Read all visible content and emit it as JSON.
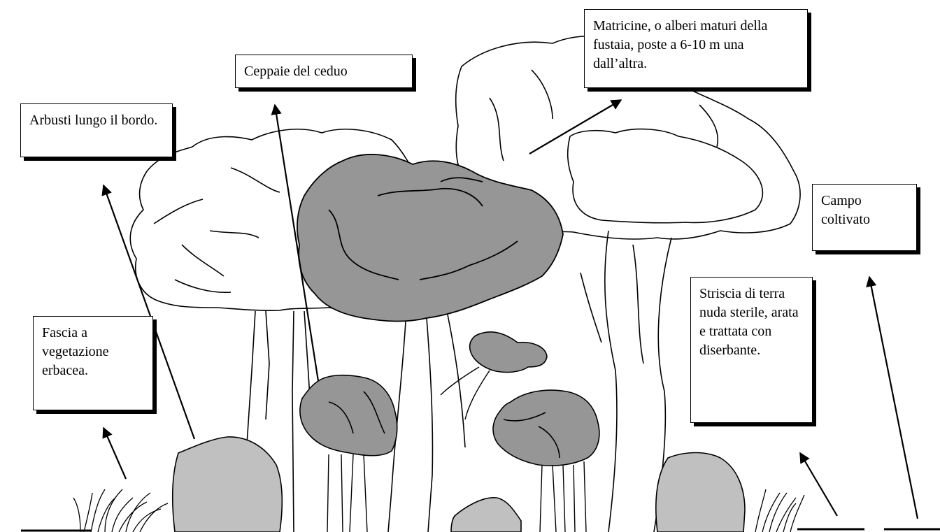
{
  "labels": {
    "shrubs": "Arbusti lungo il bordo.",
    "coppice": "Ceppaie del ceduo",
    "standards": "Matricine, o alberi maturi della fustaia, poste a 6-10 m una dall’altra.",
    "field": "Campo coltivato",
    "grass": "Fascia a vegetazione erbacea.",
    "strip": "Striscia di terra nuda sterile, arata e trattata con diserbante."
  },
  "colors": {
    "outline": "#000000",
    "coppice_fill": "#969696",
    "shrub_fill": "#c0c0c0",
    "background": "#ffffff"
  }
}
